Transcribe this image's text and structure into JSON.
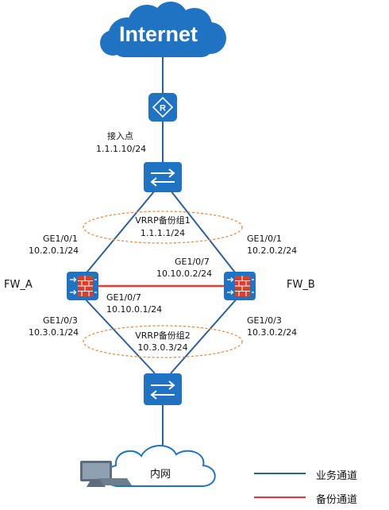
{
  "internet": {
    "label": "Internet"
  },
  "access_point": {
    "label": "接入点",
    "ip": "1.1.1.10/24"
  },
  "vrrp1": {
    "name": "VRRP备份组1",
    "ip": "1.1.1.1/24"
  },
  "vrrp2": {
    "name": "VRRP备份组2",
    "ip": "10.3.0.3/24"
  },
  "fw_a": {
    "label": "FW_A",
    "up_if": "GE1/0/1",
    "up_ip": "10.2.0.1/24",
    "hb_if": "GE1/0/7",
    "hb_ip": "10.10.0.1/24",
    "down_if": "GE1/0/3",
    "down_ip": "10.3.0.1/24"
  },
  "fw_b": {
    "label": "FW_B",
    "up_if": "GE1/0/1",
    "up_ip": "10.2.0.2/24",
    "hb_if": "GE1/0/7",
    "hb_ip": "10.10.0.2/24",
    "down_if": "GE1/0/3",
    "down_ip": "10.3.0.2/24"
  },
  "intranet": {
    "label": "内网"
  },
  "legend": {
    "service": "业务通道",
    "backup": "备份通道"
  },
  "colors": {
    "device_blue": "#1f73c2",
    "link_blue": "#2c5f9e",
    "heartbeat_red": "#e53935",
    "vrrp_orange": "#f08a3a",
    "firewall_red": "#d9402b",
    "router_white": "#ffffff"
  }
}
